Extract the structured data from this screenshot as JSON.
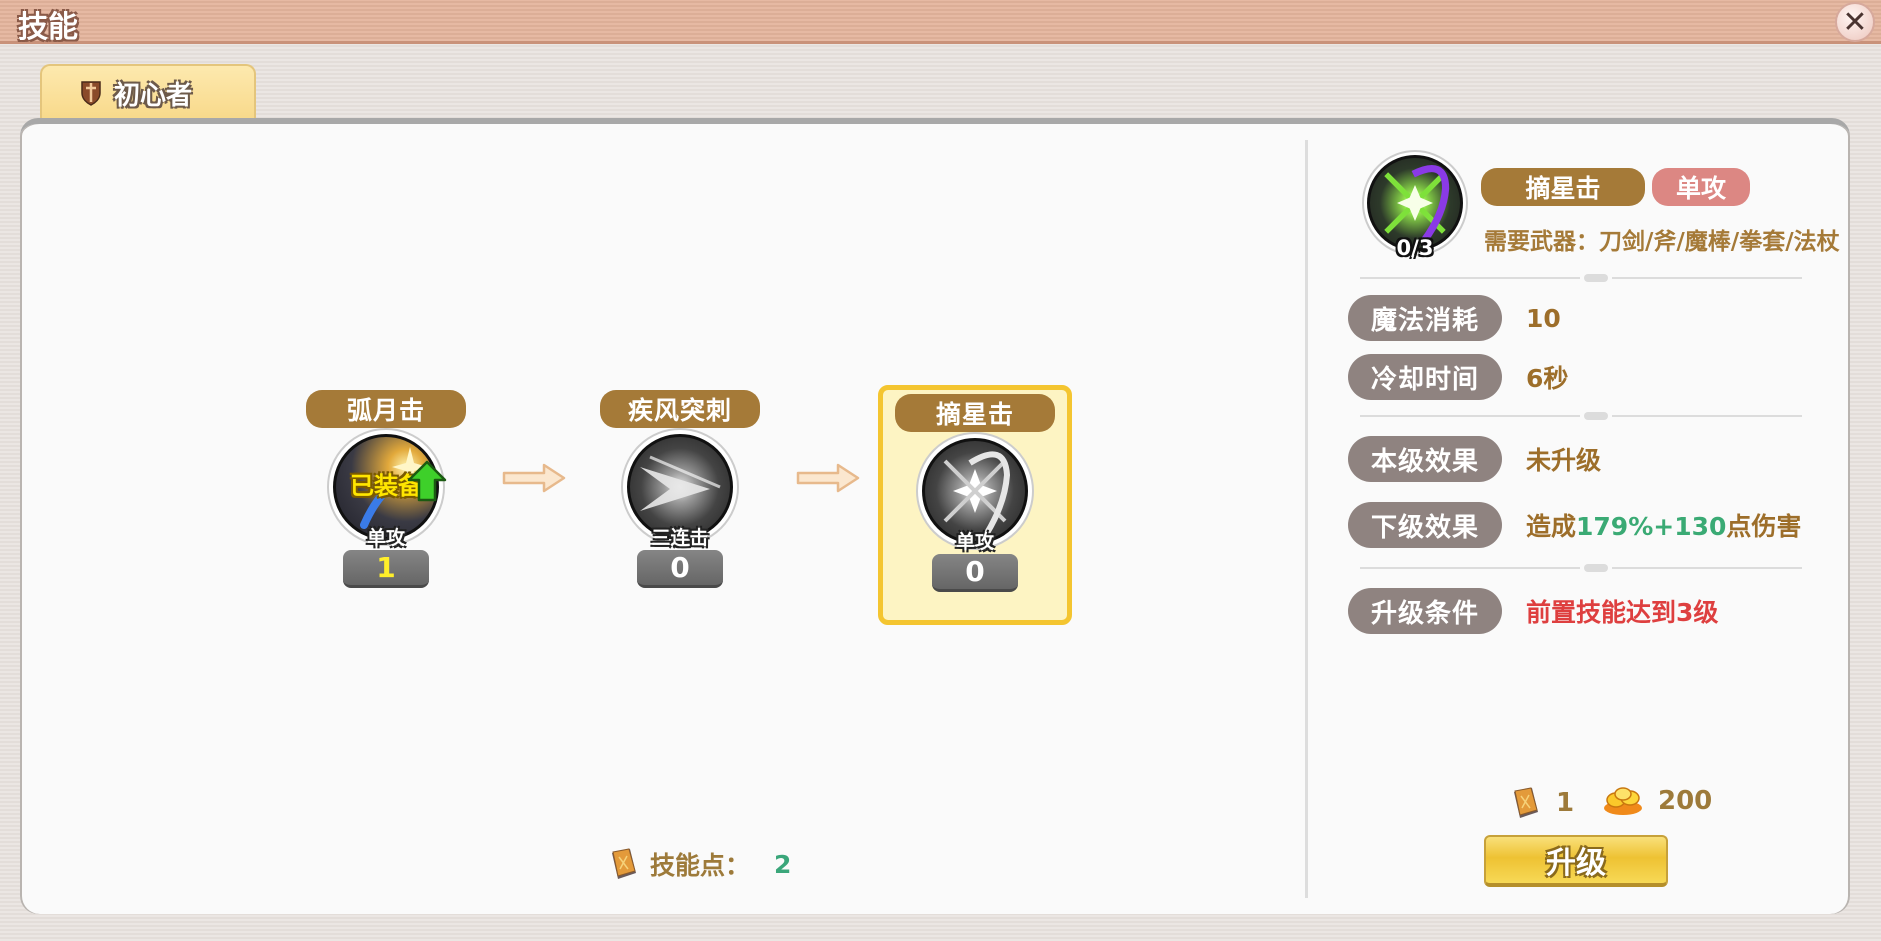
{
  "window": {
    "title": "技能",
    "close_icon": "close-icon"
  },
  "tabs": [
    {
      "label": "初心者",
      "icon": "shield-sword-icon",
      "active": true
    }
  ],
  "skill_tree": {
    "skills": [
      {
        "name": "弧月击",
        "type": "单攻",
        "level": "1",
        "equipped_label": "已装备",
        "upgradeable": true,
        "selected": false
      },
      {
        "name": "疾风突刺",
        "type": "三连击",
        "level": "0",
        "selected": false
      },
      {
        "name": "摘星击",
        "type": "单攻",
        "level": "0",
        "selected": true
      }
    ],
    "skill_points": {
      "label": "技能点：",
      "value": "2",
      "icon": "skill-book-icon"
    }
  },
  "detail": {
    "name": "摘星击",
    "type": "单攻",
    "progress": "0/3",
    "weapon_requirement": "需要武器：刀剑/斧/魔棒/拳套/法杖",
    "rows": [
      {
        "label": "魔法消耗",
        "value": "10"
      },
      {
        "label": "冷却时间",
        "value": "6秒"
      },
      {
        "label": "本级效果",
        "value": "未升级"
      },
      {
        "label": "下级效果",
        "value_prefix": "造成",
        "value_highlight": "179%+130",
        "value_suffix": "点伤害"
      },
      {
        "label": "升级条件",
        "value": "前置技能达到3级"
      }
    ],
    "cost": {
      "book": {
        "icon": "skill-book-icon",
        "value": "1"
      },
      "gold": {
        "icon": "gold-coins-icon",
        "value": "200"
      }
    },
    "upgrade_button": "升级"
  },
  "colors": {
    "accent_brown": "#a57a38",
    "highlight_green": "#3aaa74",
    "warning_red": "#de3f3f",
    "selected_border": "#f4c530"
  }
}
